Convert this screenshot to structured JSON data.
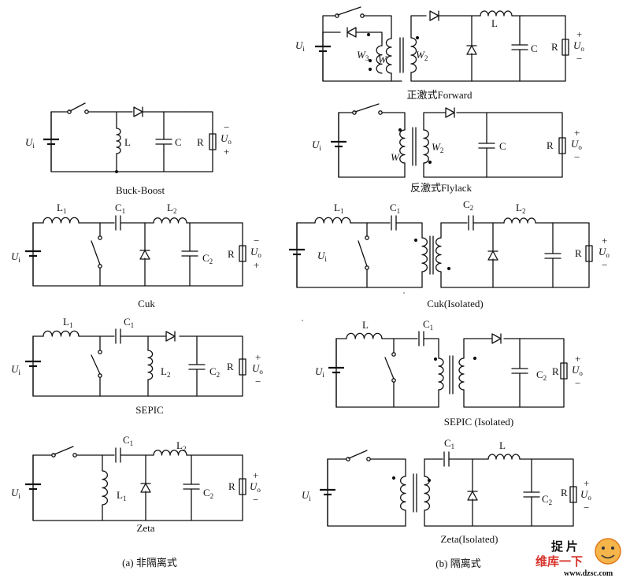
{
  "captions": {
    "forward": "正激式Forward",
    "flyback": "反激式Flylack",
    "buck_boost": "Buck-Boost",
    "cuk": "Cuk",
    "cuk_isolated": "Cuk(Isolated)",
    "sepic": "SEPIC",
    "sepic_isolated": "SEPIC (Isolated)",
    "zeta": "Zeta",
    "zeta_isolated": "Zeta(Isolated)",
    "group_a": "(a)  非隔离式",
    "group_b": "(b)  隔离式"
  },
  "labels": {
    "U": "U",
    "i_sub": "i",
    "o_sub": "o",
    "L": "L",
    "L1": "L",
    "L2": "L",
    "sub1": "1",
    "sub2": "2",
    "sub3": "3",
    "C": "C",
    "R": "R",
    "W": "W",
    "plus": "+",
    "minus": "−"
  },
  "watermark": {
    "top": "捉 片",
    "main": "维库一下",
    "url": "www.dzsc.com"
  }
}
